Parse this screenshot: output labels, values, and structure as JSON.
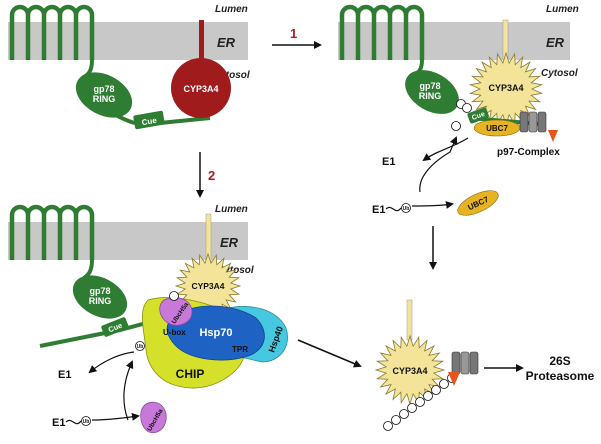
{
  "labels": {
    "lumen": "Lumen",
    "er": "ER",
    "cytosol": "Cytosol",
    "gp78": "gp78",
    "ring": "RING",
    "cue": "Cue",
    "cyp3a4": "CYP3A4",
    "ubc7": "UBC7",
    "p97": "p97-Complex",
    "e1": "E1",
    "ub": "Ub",
    "ubch5a": "UbcH5a",
    "hsp70": "Hsp70",
    "hsp40": "Hsp40",
    "chip": "CHIP",
    "ubox": "U-box",
    "tpr": "TPR",
    "proteasome_line1": "26S",
    "proteasome_line2": "Proteasome"
  },
  "steps": {
    "one": "1",
    "two": "2"
  },
  "colors": {
    "membrane": "#c8c8c8",
    "gp78": "#2e7d32",
    "cyp3a4_cytosolic": "#a01c1c",
    "cyp3a4_degraded": "#f4e49a",
    "ubc7": "#e6b422",
    "chip": "#d4e02a",
    "hsp70": "#1e62c4",
    "hsp40": "#46c8e0",
    "ubch5a": "#c878d8",
    "p97": "#777777",
    "step_arrow": "#b01c1c"
  }
}
